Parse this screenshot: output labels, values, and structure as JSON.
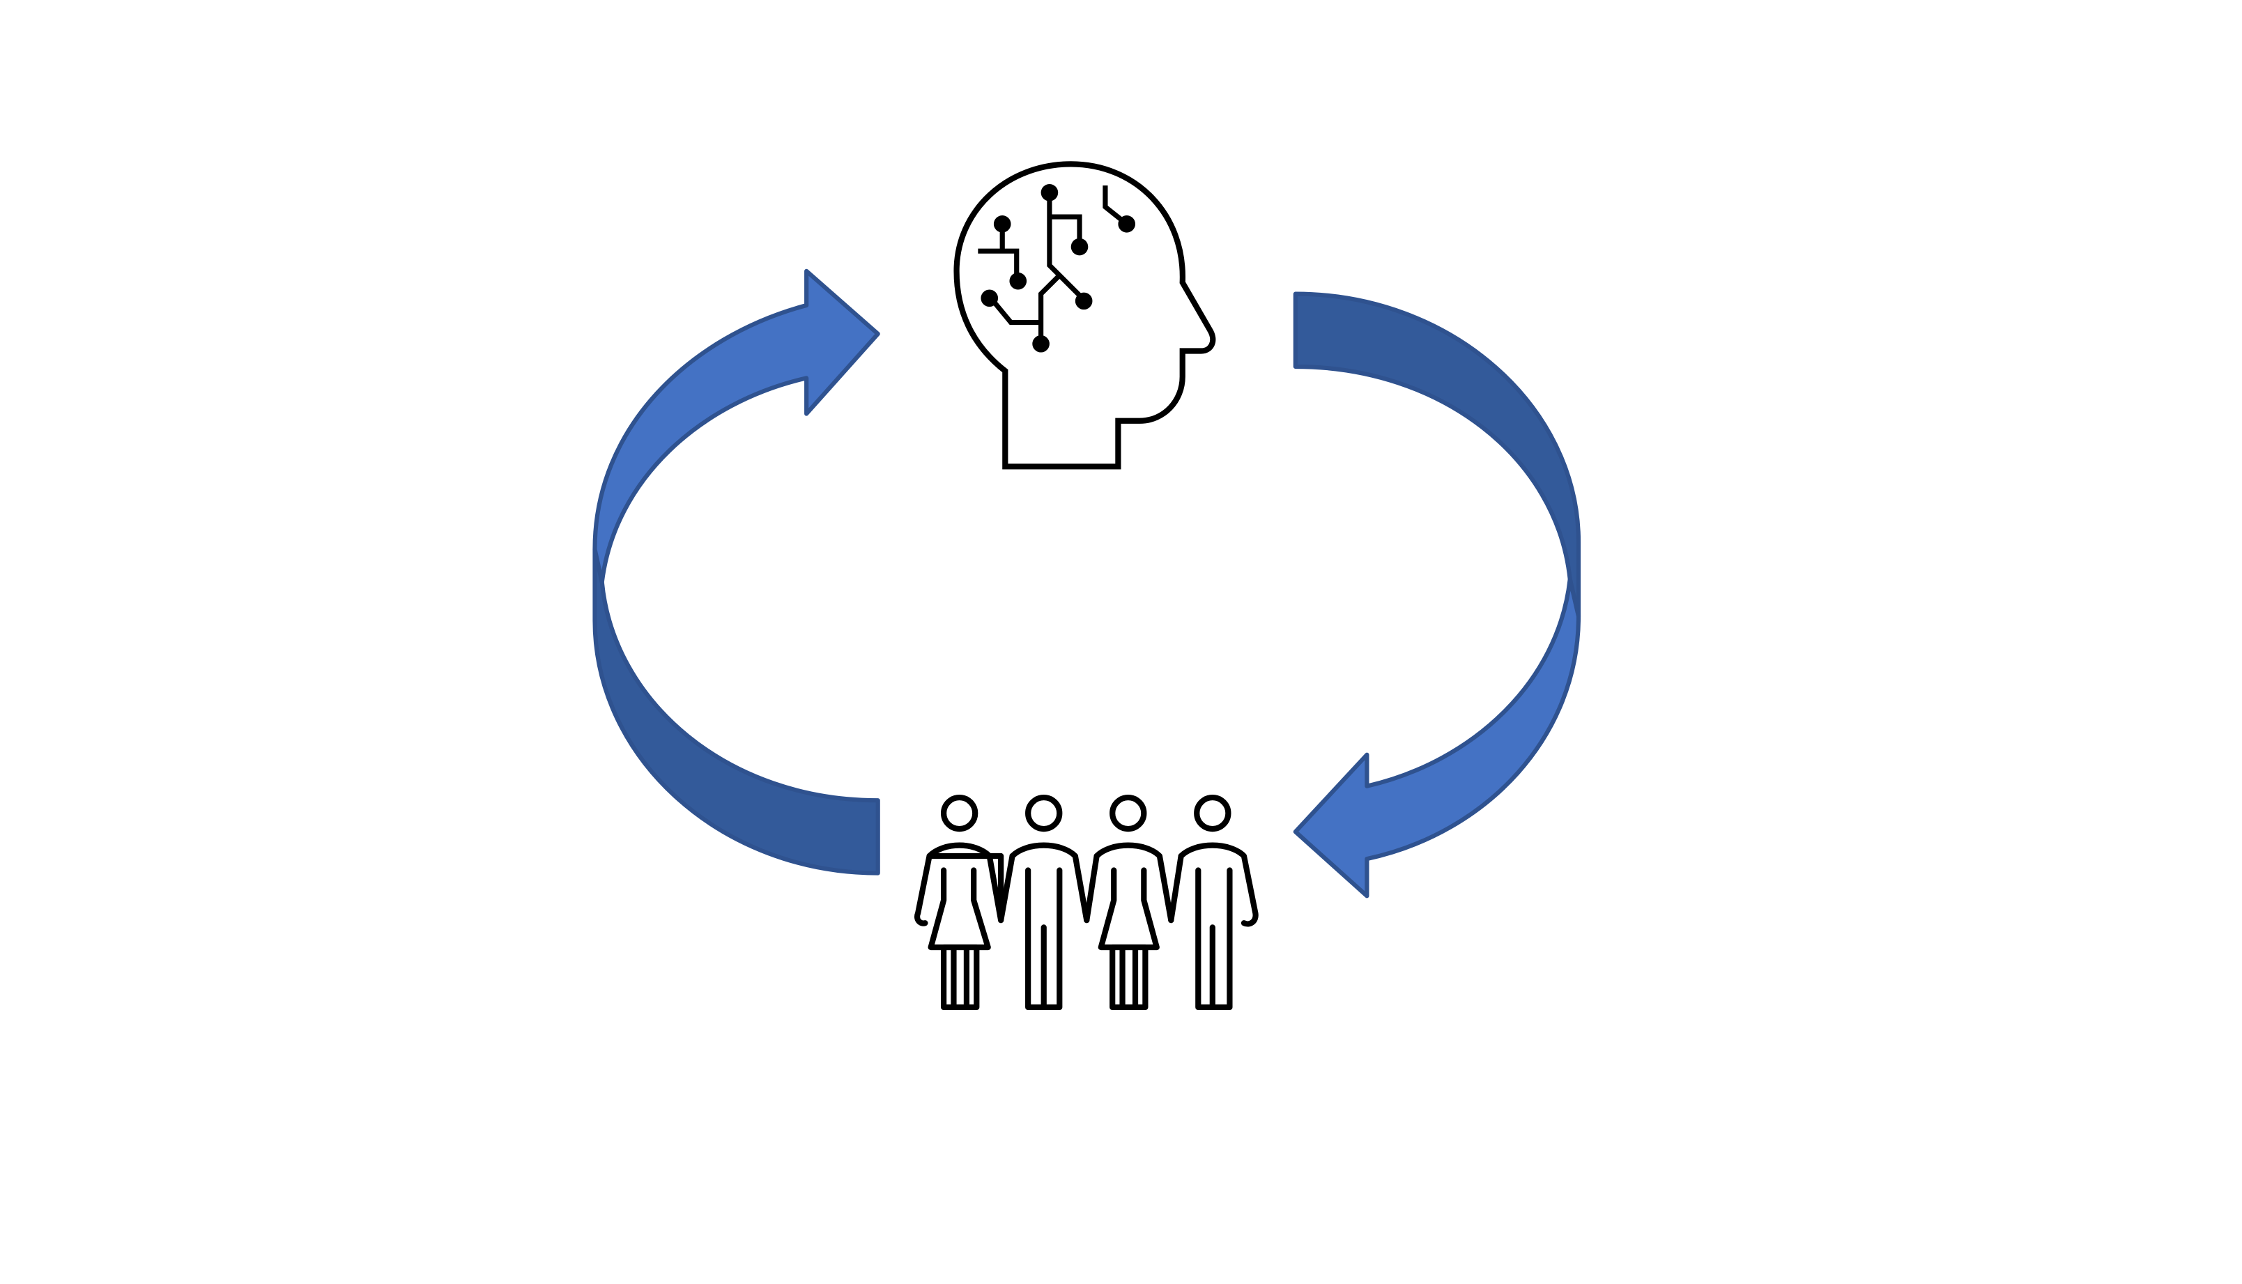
{
  "diagram": {
    "nodes": [
      {
        "id": "ai-head",
        "icon": "ai-head-circuit-icon"
      },
      {
        "id": "people-group",
        "icon": "people-group-icon"
      }
    ],
    "edges": [
      {
        "from": "ai-head",
        "to": "people-group",
        "icon": "curved-arrow-right-icon"
      },
      {
        "from": "people-group",
        "to": "ai-head",
        "icon": "curved-arrow-left-icon"
      }
    ]
  },
  "colors": {
    "background": "#ffffff",
    "arrow_light": "#4472c4",
    "arrow_dark": "#335a9a",
    "arrow_outline": "#2f528f",
    "icon_stroke": "#000000",
    "icon_fill": "#ffffff"
  }
}
